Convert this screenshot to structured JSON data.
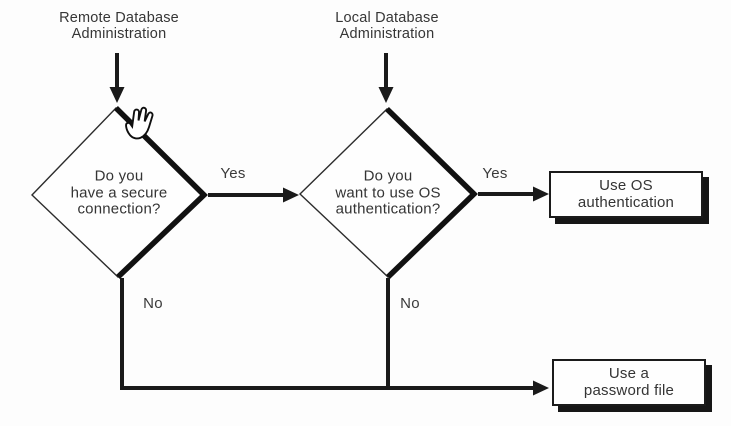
{
  "diagram": {
    "source_labels": {
      "remote": "Remote Database\nAdministration",
      "local": "Local Database\nAdministration"
    },
    "decisions": [
      {
        "id": "secure-connection",
        "text": "Do you\nhave a secure\nconnection?"
      },
      {
        "id": "os-authentication",
        "text": "Do you\nwant to use OS\nauthentication?"
      }
    ],
    "edge_labels": {
      "yes1": "Yes",
      "yes2": "Yes",
      "no1": "No",
      "no2": "No"
    },
    "results": [
      {
        "id": "use-os-auth",
        "text": "Use OS\nauthentication"
      },
      {
        "id": "use-password-file",
        "text": "Use a\npassword file"
      }
    ],
    "colors": {
      "line": "#1a1a1a",
      "thick_edge": "#111111",
      "text": "#343434",
      "node_fill": "#fefefe",
      "background": "#fdfdfd"
    },
    "icons": {
      "cursor": "hand-cursor"
    }
  }
}
